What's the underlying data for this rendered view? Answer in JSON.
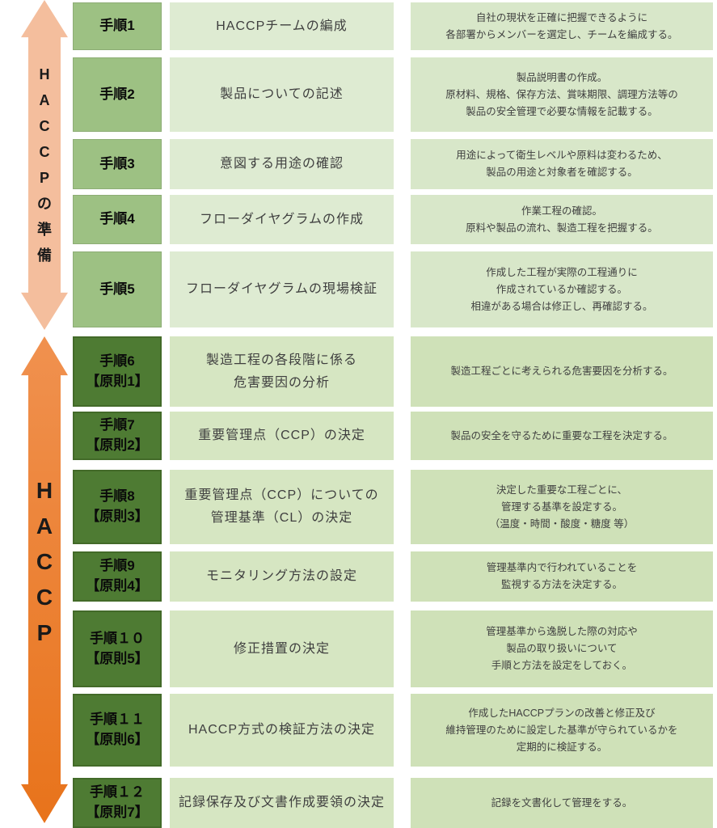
{
  "diagram": {
    "prep_section": {
      "arrow_label": "HACCPの準備",
      "arrow_color": "#F4BE9D"
    },
    "haccp_section": {
      "arrow_label": "HACCP",
      "arrow_color_top": "#F0914F",
      "arrow_color_bottom": "#E8731B"
    },
    "colors": {
      "step_label_prep_bg": "#9DC183",
      "step_label_haccp_bg": "#4E7B33",
      "title_box_prep_bg": "#DEEBD2",
      "title_box_haccp_bg": "#D6E6C2",
      "desc_box_prep_bg": "#D8E7C9",
      "desc_box_haccp_bg": "#CFE1B8",
      "text_color": "#3F3F3F"
    },
    "rows": [
      {
        "step": "手順1",
        "principle": "",
        "title": "HACCPチームの編成",
        "desc": "自社の現状を正確に把握できるように\n各部署からメンバーを選定し、チームを編成する。"
      },
      {
        "step": "手順2",
        "principle": "",
        "title": "製品についての記述",
        "desc": "製品説明書の作成。\n原材料、規格、保存方法、賞味期限、調理方法等の\n製品の安全管理で必要な情報を記載する。"
      },
      {
        "step": "手順3",
        "principle": "",
        "title": "意図する用途の確認",
        "desc": "用途によって衛生レベルや原料は変わるため、\n製品の用途と対象者を確認する。"
      },
      {
        "step": "手順4",
        "principle": "",
        "title": "フローダイヤグラムの作成",
        "desc": "作業工程の確認。\n原料や製品の流れ、製造工程を把握する。"
      },
      {
        "step": "手順5",
        "principle": "",
        "title": "フローダイヤグラムの現場検証",
        "desc": "作成した工程が実際の工程通りに\n作成されているか確認する。\n相違がある場合は修正し、再確認する。"
      },
      {
        "step": "手順6",
        "principle": "【原則1】",
        "title": "製造工程の各段階に係る\n危害要因の分析",
        "desc": "製造工程ごとに考えられる危害要因を分析する。"
      },
      {
        "step": "手順7",
        "principle": "【原則2】",
        "title": "重要管理点（CCP）の決定",
        "desc": "製品の安全を守るために重要な工程を決定する。"
      },
      {
        "step": "手順8",
        "principle": "【原則3】",
        "title": "重要管理点（CCP）についての\n管理基準（CL）の決定",
        "desc": "決定した重要な工程ごとに、\n管理する基準を設定する。\n（温度・時間・酸度・糖度 等）"
      },
      {
        "step": "手順9",
        "principle": "【原則4】",
        "title": "モニタリング方法の設定",
        "desc": "管理基準内で行われていることを\n監視する方法を決定する。"
      },
      {
        "step": "手順１０",
        "principle": "【原則5】",
        "title": "修正措置の決定",
        "desc": "管理基準から逸脱した際の対応や\n製品の取り扱いについて\n手順と方法を設定をしておく。"
      },
      {
        "step": "手順１１",
        "principle": "【原則6】",
        "title": "HACCP方式の検証方法の決定",
        "desc": "作成したHACCPプランの改善と修正及び\n維持管理のために設定した基準が守られているかを\n定期的に検証する。"
      },
      {
        "step": "手順１２",
        "principle": "【原則7】",
        "title": "記録保存及び文書作成要領の決定",
        "desc": "記録を文書化して管理をする。"
      }
    ]
  }
}
